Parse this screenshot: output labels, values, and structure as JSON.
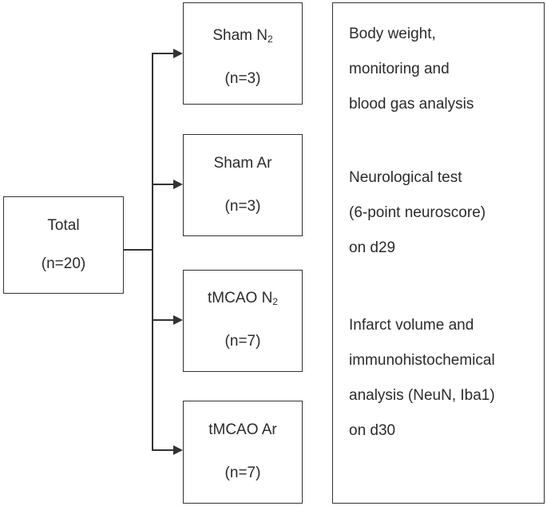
{
  "total": {
    "title": "Total",
    "count": "(n=20)"
  },
  "groups": [
    {
      "name": "Sham N",
      "subscript": "2",
      "count": "(n=3)"
    },
    {
      "name": "Sham Ar",
      "subscript": "",
      "count": "(n=3)"
    },
    {
      "name": "tMCAO N",
      "subscript": "2",
      "count": "(n=7)"
    },
    {
      "name": "tMCAO Ar",
      "subscript": "",
      "count": "(n=7)"
    }
  ],
  "info": [
    "Body weight,",
    "monitoring and",
    "blood gas analysis",
    "Neurological test",
    "(6-point neuroscore)",
    "on d29",
    "Infarct volume and",
    "immunohistochemical",
    "analysis (NeuN, Iba1)",
    "on d30"
  ]
}
